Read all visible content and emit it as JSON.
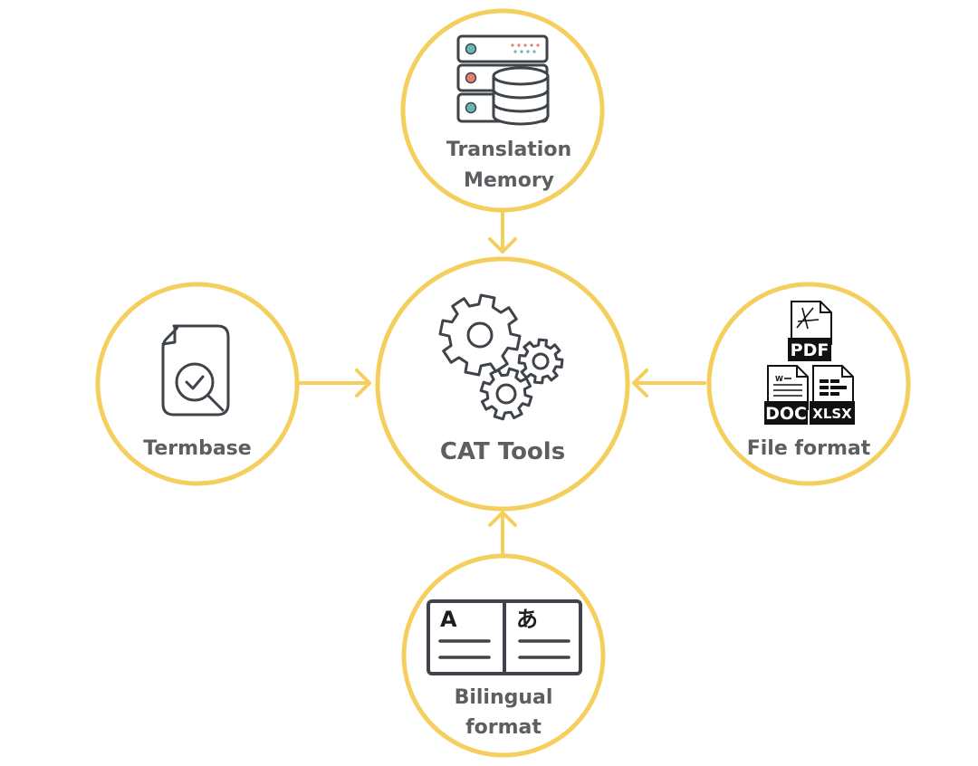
{
  "diagram": {
    "center": {
      "label": "CAT Tools",
      "icon": "gears-icon"
    },
    "top": {
      "label_line1": "Translation",
      "label_line2": "Memory",
      "icon": "database-server-icon"
    },
    "left": {
      "label": "Termbase",
      "icon": "document-search-icon"
    },
    "right": {
      "label": "File format",
      "icon": "file-formats-icon",
      "files": {
        "pdf": "PDF",
        "doc": "DOC",
        "xlsx": "XLSX",
        "w": "W"
      }
    },
    "bottom": {
      "label_line1": "Bilingual",
      "label_line2": "format",
      "icon": "bilingual-book-icon",
      "book": {
        "left_glyph": "A",
        "right_glyph": "あ"
      }
    }
  },
  "colors": {
    "ring": "#f4cf5d",
    "label": "#5c5e61",
    "icon": "#3f444a",
    "teal_led": "#68b9b0",
    "red_led": "#e58170"
  }
}
